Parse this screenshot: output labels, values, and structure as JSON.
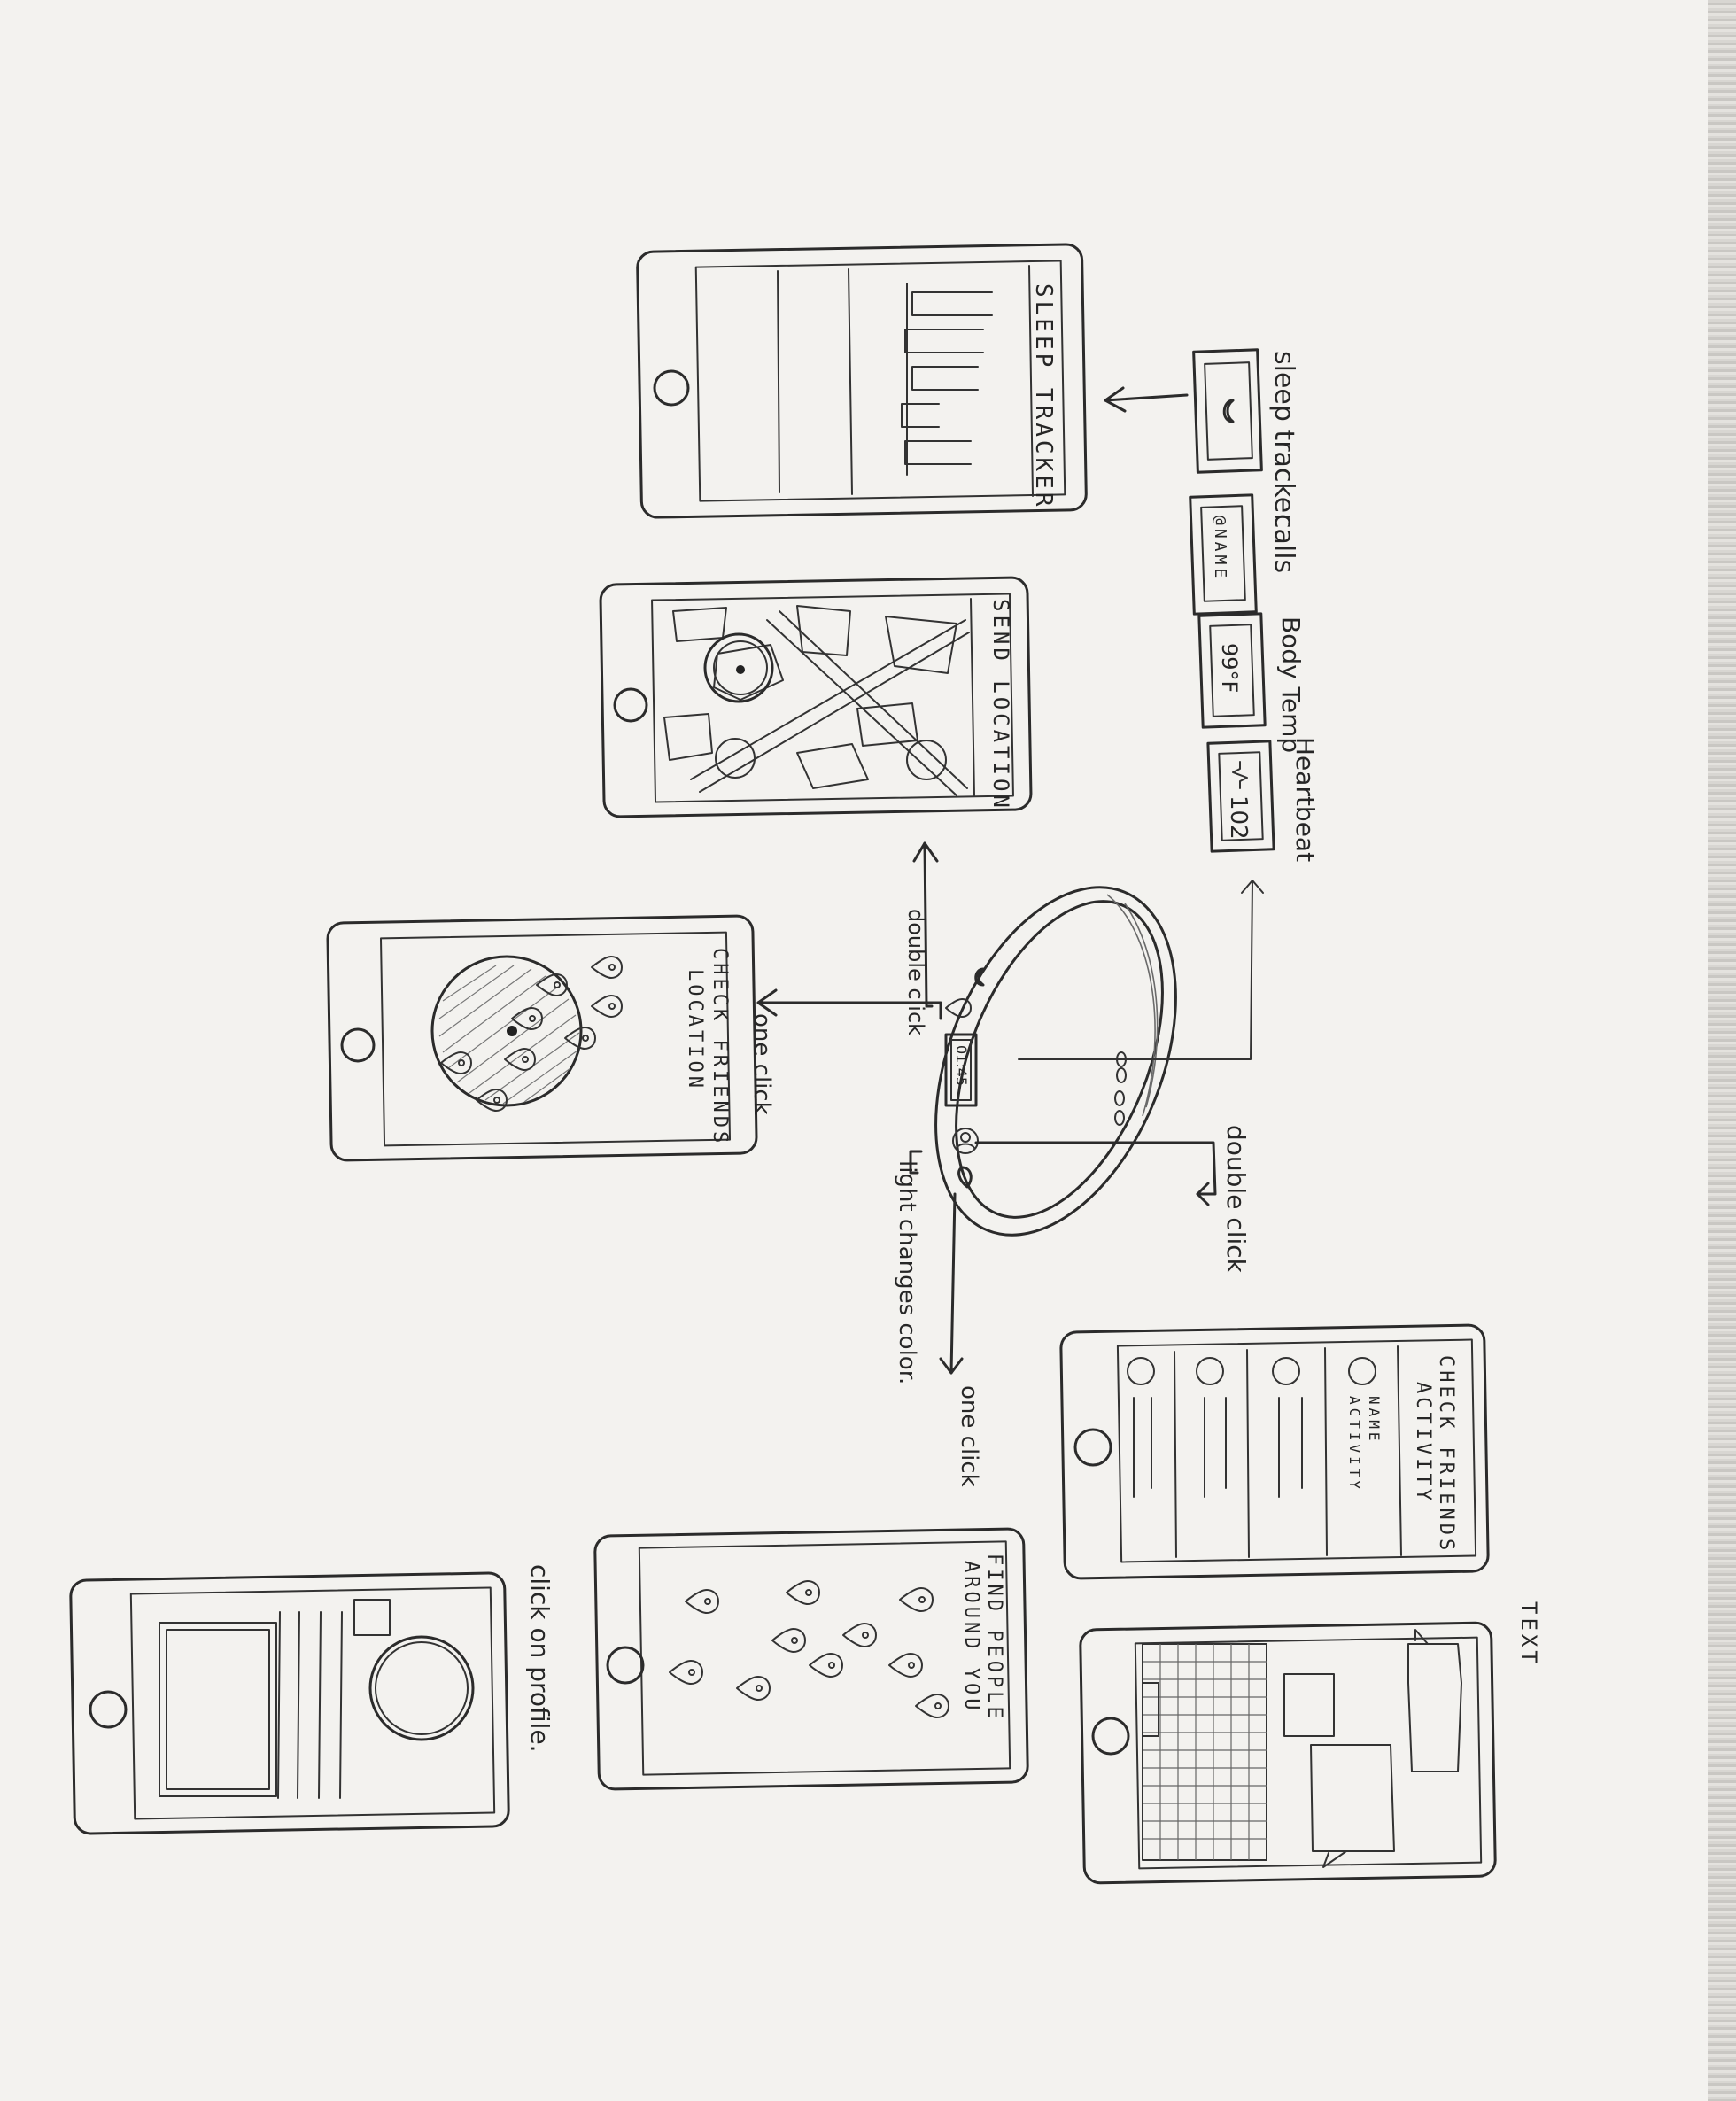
{
  "screens": {
    "sleep_tracker": {
      "title": "SLEEP TRACKER"
    },
    "send_location": {
      "title": "SEND LOCATION"
    },
    "check_friends_location": {
      "title_line1": "CHECK FRIENDS",
      "title_line2": "LOCATION"
    },
    "check_friends_activity": {
      "title_line1": "CHECK FRIENDS",
      "title_line2": "ACTIVITY",
      "row_label_line1": "NAME",
      "row_label_line2": "ACTIVITY"
    },
    "find_people": {
      "title_line1": "FIND PEOPLE",
      "title_line2": "AROUND YOU"
    },
    "text": {
      "title": "TEXT"
    }
  },
  "widgets": {
    "sleep_tracker": {
      "label": "sleep tracker"
    },
    "calls": {
      "label": "calls",
      "value": "@NAME"
    },
    "body_temp": {
      "label": "Body Temp",
      "value": "99°F"
    },
    "heartbeat": {
      "label": "Heartbeat",
      "value": "102"
    }
  },
  "band": {
    "time": "01:45"
  },
  "annotations": {
    "double_click_top": "double click",
    "double_click_right": "double click",
    "one_click_left": "one click",
    "light_changes": "light changes color.",
    "one_click_bottom": "one click",
    "click_on_profile": "click on profile."
  },
  "icons": [
    "moon-icon",
    "location-pin-icon",
    "person-icon",
    "home-button-icon",
    "heartbeat-wave-icon"
  ]
}
